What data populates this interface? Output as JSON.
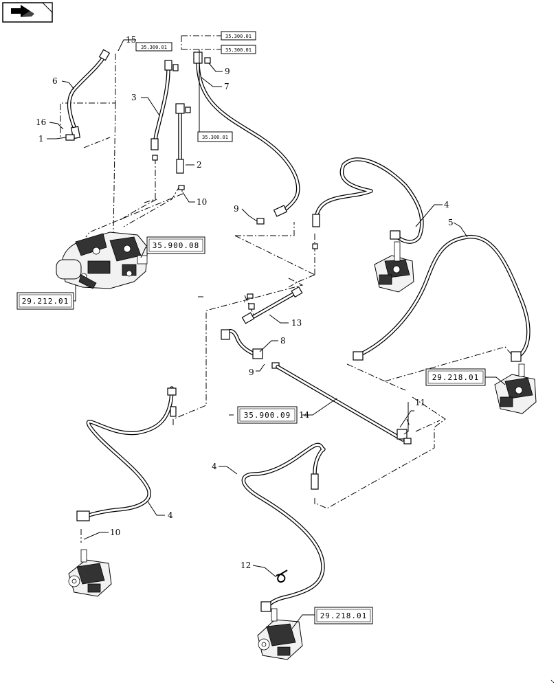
{
  "nav": {
    "icon": "next-page-arrow-icon"
  },
  "callouts": [
    {
      "id": "c15",
      "text": "15"
    },
    {
      "id": "c6",
      "text": "6"
    },
    {
      "id": "c16",
      "text": "16"
    },
    {
      "id": "c1",
      "text": "1"
    },
    {
      "id": "c3",
      "text": "3"
    },
    {
      "id": "c9a",
      "text": "9"
    },
    {
      "id": "c7",
      "text": "7"
    },
    {
      "id": "c2",
      "text": "2"
    },
    {
      "id": "c10a",
      "text": "10"
    },
    {
      "id": "c9b",
      "text": "9"
    },
    {
      "id": "c4a",
      "text": "4"
    },
    {
      "id": "c5",
      "text": "5"
    },
    {
      "id": "c13",
      "text": "13"
    },
    {
      "id": "c8",
      "text": "8"
    },
    {
      "id": "c9c",
      "text": "9"
    },
    {
      "id": "c14",
      "text": "14"
    },
    {
      "id": "c11",
      "text": "11"
    },
    {
      "id": "c4b",
      "text": "4"
    },
    {
      "id": "c4c",
      "text": "4"
    },
    {
      "id": "c10b",
      "text": "10"
    },
    {
      "id": "c12",
      "text": "12"
    }
  ],
  "refs": {
    "r1": "35.300.01",
    "r2": "35.300.01",
    "r3": "35.300.01",
    "r4": "35.300.01",
    "r5": "35.900.08",
    "r6": "29.212.01",
    "r7": "29.218.01",
    "r8": "35.900.09",
    "r9": "29.218.01"
  }
}
